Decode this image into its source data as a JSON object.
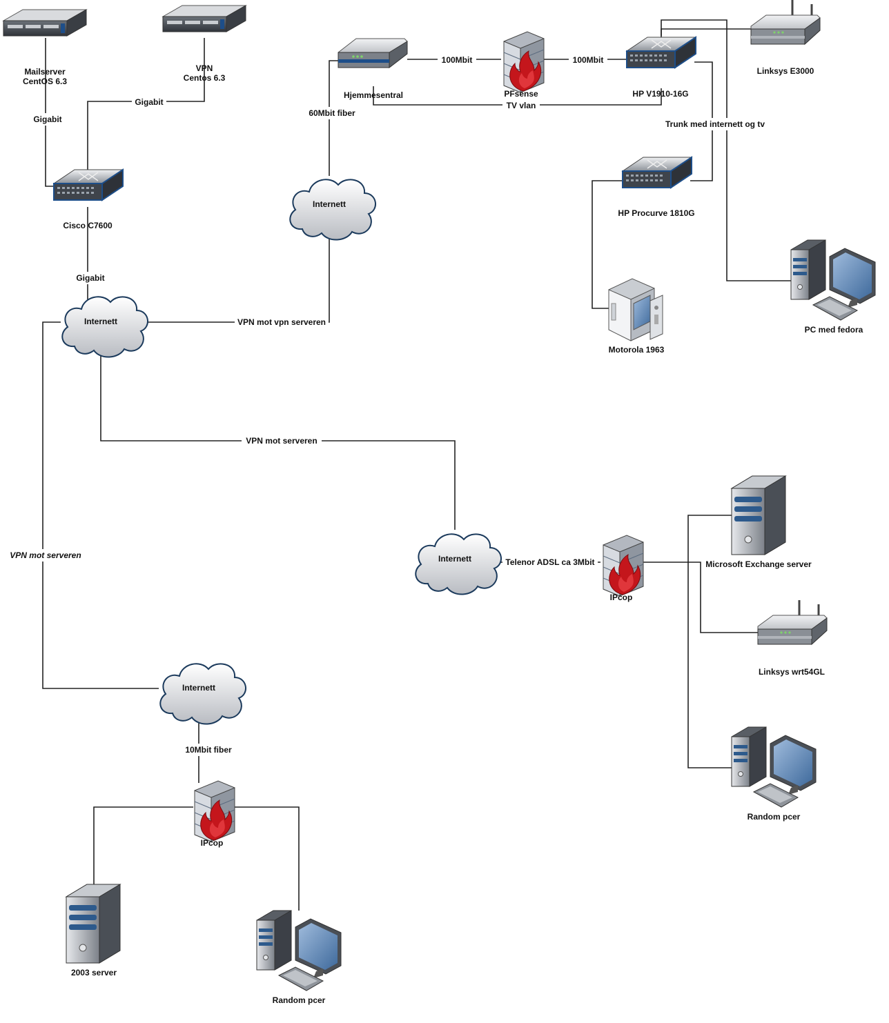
{
  "nodes": {
    "mailserver": {
      "label1": "Mailserver",
      "label2": "CentOS 6.3",
      "icon": "rack-server-icon"
    },
    "vpn_server": {
      "label1": "VPN",
      "label2": "Centos 6.3",
      "icon": "rack-server-icon"
    },
    "cisco": {
      "label": "Cisco C7600",
      "icon": "switch-icon"
    },
    "cloud_top_left": {
      "label": "Internett",
      "icon": "cloud-icon"
    },
    "hjemmesentral": {
      "label": "Hjemmesentral",
      "icon": "router-icon"
    },
    "pfsense": {
      "label": "PFsense",
      "icon": "firewall-icon"
    },
    "hp_v1910": {
      "label": "HP V1910-16G",
      "icon": "switch-icon"
    },
    "linksys_e3000": {
      "label": "Linksys  E3000",
      "icon": "wireless-router-icon"
    },
    "cloud_home": {
      "label": "Internett",
      "icon": "cloud-icon"
    },
    "hp_procurve": {
      "label": "HP Procurve 1810G",
      "icon": "switch-icon"
    },
    "motorola": {
      "label": "Motorola 1963",
      "icon": "set-top-box-icon"
    },
    "pc_fedora": {
      "label": "PC med fedora",
      "icon": "workstation-icon"
    },
    "cloud_mid": {
      "label": "Internett",
      "icon": "cloud-icon"
    },
    "ipcop_right": {
      "label": "IPcop",
      "icon": "firewall-icon"
    },
    "exchange": {
      "label": "Microsoft Exchange server",
      "icon": "tower-server-icon"
    },
    "linksys_wrt": {
      "label": "Linksys wrt54GL",
      "icon": "wireless-router-icon"
    },
    "random_pc_right": {
      "label": "Random pcer",
      "icon": "workstation-icon"
    },
    "cloud_bottom": {
      "label": "Internett",
      "icon": "cloud-icon"
    },
    "ipcop_bottom": {
      "label": "IPcop",
      "icon": "firewall-icon"
    },
    "server_2003": {
      "label": "2003 server",
      "icon": "tower-server-icon"
    },
    "random_pc_bottom": {
      "label": "Random pcer",
      "icon": "workstation-icon"
    }
  },
  "links": {
    "mail_cisco": "Gigabit",
    "vpn_cisco": "Gigabit",
    "cisco_cloud": "Gigabit",
    "home_internet": "60Mbit fiber",
    "hjem_pfsense": "100Mbit",
    "pfsense_hp": "100Mbit",
    "tv_vlan": "TV vlan",
    "trunk": "Trunk med internett og tv",
    "vpn_vpnserver": "VPN mot vpn serveren",
    "vpn_serveren": "VPN mot serveren",
    "vpn_serveren_left": "VPN mot serveren",
    "adsl": "Telenor ADSL ca 3Mbit",
    "fiber10": "10Mbit fiber"
  },
  "colors": {
    "cloud_outline": "#1b3a5c",
    "switch_body": "#4a4f56",
    "switch_edge": "#1d4e89",
    "flame": "#c4161c",
    "screen": "#6f93bd"
  }
}
